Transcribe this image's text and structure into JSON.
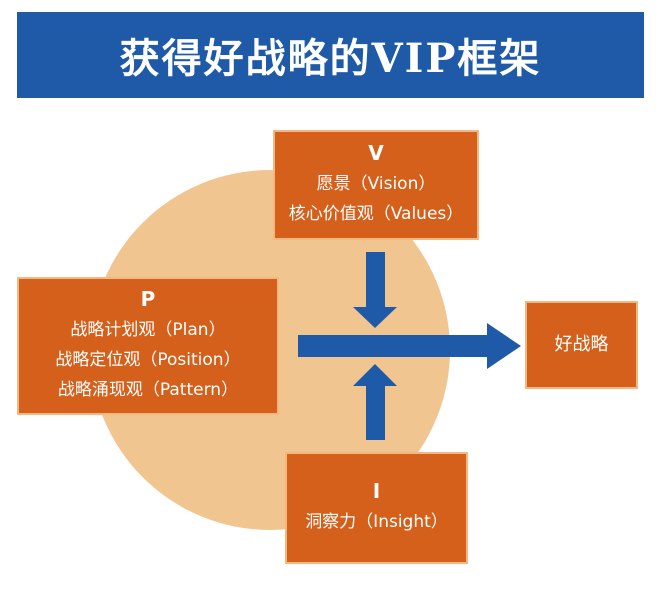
{
  "header": {
    "title": "获得好战略的VIP框架"
  },
  "boxes": {
    "v": {
      "letter": "V",
      "lines": [
        "愿景（Vision）",
        "核心价值观（Values）"
      ]
    },
    "p": {
      "letter": "P",
      "lines": [
        "战略计划观（Plan）",
        "战略定位观（Position）",
        "战略涌现观（Pattern）"
      ]
    },
    "i": {
      "letter": "I",
      "lines": [
        "洞察力（Insight）"
      ]
    },
    "result": {
      "label": "好战略"
    }
  },
  "colors": {
    "title_bg": "#1f5aa8",
    "box_fill": "#d5601b",
    "circle": "#f0c590",
    "arrow": "#1f5aa8"
  }
}
